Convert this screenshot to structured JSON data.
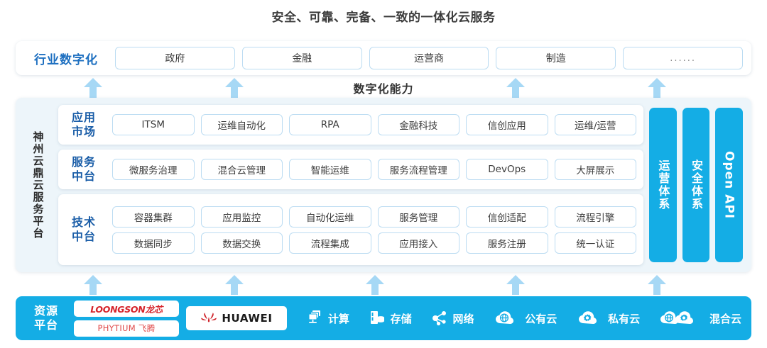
{
  "title": "安全、可靠、完备、一致的一体化云服务",
  "industry_row": {
    "label": "行业数字化",
    "items": [
      "政府",
      "金融",
      "运营商",
      "制造",
      "......"
    ]
  },
  "capability_label": "数字化能力",
  "platform": {
    "vertical_label": "神州云鼎云服务平台",
    "bands": [
      {
        "label": "应用\n市场",
        "label_line1": "应用",
        "label_line2": "市场",
        "rows": [
          [
            "ITSM",
            "运维自动化",
            "RPA",
            "金融科技",
            "信创应用",
            "运维/运营"
          ]
        ]
      },
      {
        "label_line1": "服务",
        "label_line2": "中台",
        "rows": [
          [
            "微服务治理",
            "混合云管理",
            "智能运维",
            "服务流程管理",
            "DevOps",
            "大屏展示"
          ]
        ]
      },
      {
        "label_line1": "技术",
        "label_line2": "中台",
        "rows": [
          [
            "容器集群",
            "应用监控",
            "自动化运维",
            "服务管理",
            "信创适配",
            "流程引擎"
          ],
          [
            "数据同步",
            "数据交换",
            "流程集成",
            "应用接入",
            "服务注册",
            "统一认证"
          ]
        ]
      }
    ],
    "vertical_bars": [
      {
        "text": "运营体系",
        "lang": "cn"
      },
      {
        "text": "安全体系",
        "lang": "cn"
      },
      {
        "text": "Open API",
        "lang": "en"
      }
    ]
  },
  "resource": {
    "label_line1": "资源",
    "label_line2": "平台",
    "logos": [
      {
        "name": "loongson",
        "text": "LOONGSON龙芯"
      },
      {
        "name": "phytium",
        "text": "PHYTIUM 飞腾"
      }
    ],
    "huawei": {
      "text": "HUAWEI",
      "icon": "huawei-flower-icon"
    },
    "items": [
      {
        "label": "计算",
        "icon": "compute-icon"
      },
      {
        "label": "存储",
        "icon": "storage-icon"
      },
      {
        "label": "网络",
        "icon": "network-icon"
      },
      {
        "label": "公有云",
        "icon": "public-cloud-icon"
      },
      {
        "label": "私有云",
        "icon": "private-cloud-icon"
      },
      {
        "label": "混合云",
        "icon": "hybrid-cloud-icon"
      }
    ]
  },
  "colors": {
    "accent_blue": "#14ade5",
    "label_blue": "#1d6fc0",
    "band_label_blue": "#1b5ea8",
    "arrow_blue": "#a6d8f5",
    "panel_bg": "#edf5fa",
    "chip_border": "#bcdcf2",
    "logo_red": "#d6232a"
  },
  "arrows": {
    "top_positions": [
      131,
      330,
      726,
      925
    ],
    "bottom_positions": [
      131,
      330,
      528,
      726,
      925
    ]
  }
}
